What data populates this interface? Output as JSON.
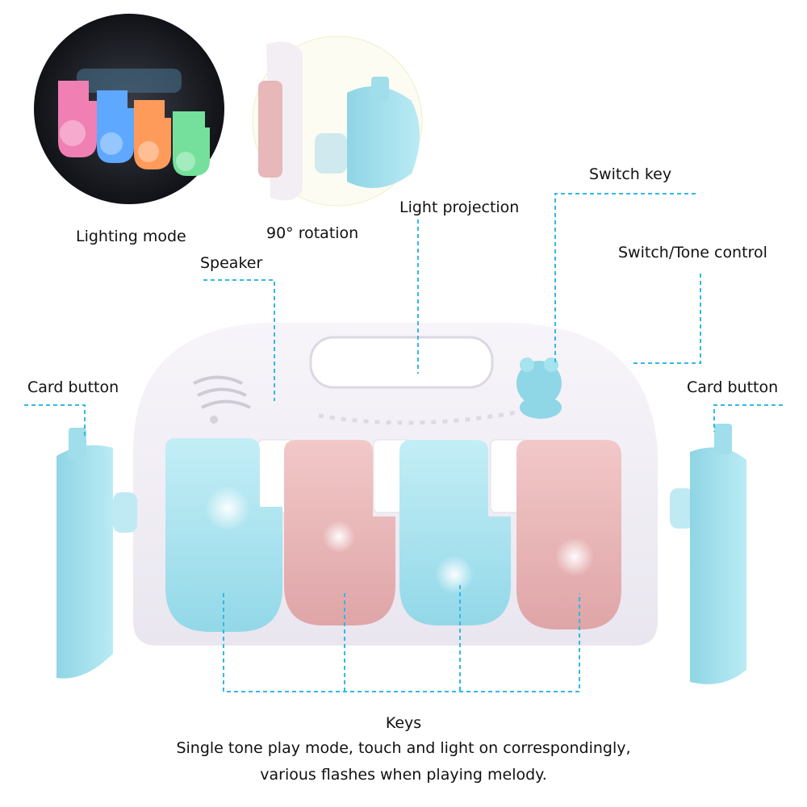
{
  "labels": {
    "lighting_mode": "Lighting mode",
    "rotation": "90° rotation",
    "light_projection": "Light projection",
    "switch_key": "Switch key",
    "switch_tone_control": "Switch/Tone control",
    "speaker": "Speaker",
    "card_button_left": "Card button",
    "card_button_right": "Card button"
  },
  "caption": {
    "title": "Keys",
    "line1": "Single tone play mode, touch and light on correspondingly,",
    "line2": "various flashes when playing melody."
  },
  "colors": {
    "leader_line": "#33b8e6",
    "key_blue": "#a9e3ef",
    "key_pink": "#e7b4b5",
    "body_white": "#f4f2f8",
    "side_blue": "#9fdeea"
  },
  "icons": {
    "speaker": "speaker-grille-icon",
    "switch": "frog-switch-icon"
  }
}
